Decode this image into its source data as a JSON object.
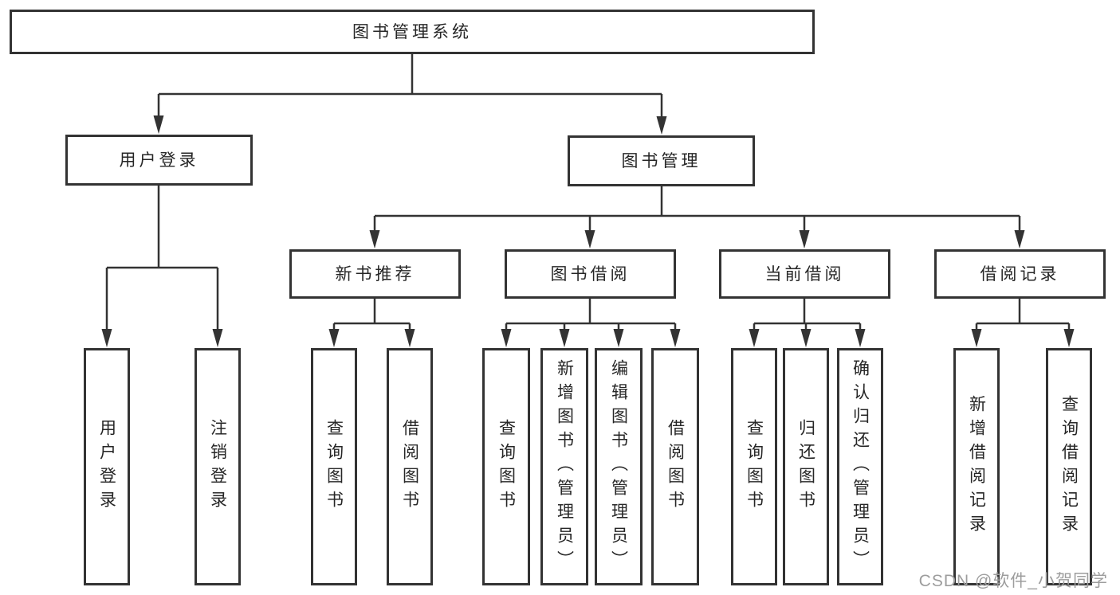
{
  "tree": {
    "label": "图书管理系统",
    "children": [
      {
        "label": "用户登录",
        "children": [
          {
            "label": "用户登录"
          },
          {
            "label": "注销登录"
          }
        ]
      },
      {
        "label": "图书管理",
        "children": [
          {
            "label": "新书推荐",
            "children": [
              {
                "label": "查询图书"
              },
              {
                "label": "借阅图书"
              }
            ]
          },
          {
            "label": "图书借阅",
            "children": [
              {
                "label": "查询图书"
              },
              {
                "label": "新增图书（管理员）"
              },
              {
                "label": "编辑图书（管理员）"
              },
              {
                "label": "借阅图书"
              }
            ]
          },
          {
            "label": "当前借阅",
            "children": [
              {
                "label": "查询图书"
              },
              {
                "label": "归还图书"
              },
              {
                "label": "确认归还（管理员）"
              }
            ]
          },
          {
            "label": "借阅记录",
            "children": [
              {
                "label": "新增借阅记录"
              },
              {
                "label": "查询借阅记录"
              }
            ]
          }
        ]
      }
    ]
  },
  "watermark": {
    "text": "CSDN @软件_小贺同学"
  },
  "colors": {
    "line": "#333333",
    "text": "#262626",
    "watermark": "#9d9d9d",
    "background": "#ffffff"
  }
}
